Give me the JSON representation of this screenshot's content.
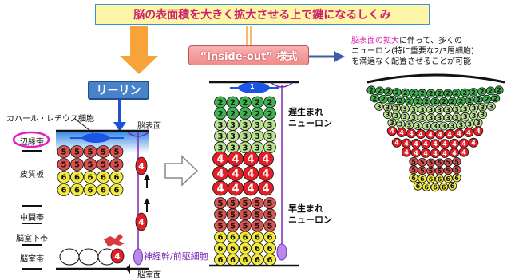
{
  "title": "脳の表面積を大きく拡大させる上で鍵になるしくみ",
  "reelin_label": "リーリン",
  "inside_out_label": "“Inside-out” 様式",
  "left_labels": {
    "cajal": "カハール・レチウス細胞",
    "brain_surface": "脳表面",
    "marginal_zone": "辺縁帯",
    "cortical_plate": "皮質板",
    "intermediate_zone": "中間帯",
    "subventricular_zone": "脳室下帯",
    "ventricular_zone": "脳室帯",
    "ventricle_surface": "脳室面",
    "stem_cell": "神経幹/前駆細胞"
  },
  "middle_labels": {
    "late_born_line1": "遅生まれ",
    "late_born_line2": "ニューロン",
    "early_born_line1": "早生まれ",
    "early_born_line2": "ニューロン",
    "top_cell": "1"
  },
  "right_text": {
    "highlight": "脳表面の拡大",
    "line1_rest": "に伴って、多くの",
    "line2": "ニューロン(特に重要な2/3層細胞)",
    "line3": "を満遍なく配置させることが可能"
  },
  "left_rows": [
    [
      "5",
      "5",
      "5",
      "5",
      "5"
    ],
    [
      "5",
      "5",
      "5",
      "5",
      "5"
    ],
    [
      "6",
      "6",
      "6",
      "6",
      "6"
    ],
    [
      "6",
      "6",
      "6",
      "6",
      "6"
    ]
  ],
  "left_bottom_cell": "4",
  "left_migrating": [
    "4",
    "4"
  ],
  "middle_rows": [
    {
      "label": "2",
      "count": 5
    },
    {
      "label": "2",
      "count": 5
    },
    {
      "label": "3",
      "count": 5
    },
    {
      "label": "3",
      "count": 5
    },
    {
      "label": "3",
      "count": 5
    },
    {
      "label": "4",
      "count": 4
    },
    {
      "label": "4",
      "count": 4
    },
    {
      "label": "4",
      "count": 4
    },
    {
      "label": "5",
      "count": 5
    },
    {
      "label": "5",
      "count": 5
    },
    {
      "label": "5",
      "count": 5
    },
    {
      "label": "6",
      "count": 5
    },
    {
      "label": "6",
      "count": 5
    },
    {
      "label": "6",
      "count": 5
    }
  ],
  "fan_rows": [
    {
      "label": "2",
      "count": 16
    },
    {
      "label": "2",
      "count": 15
    },
    {
      "label": "3",
      "count": 14
    },
    {
      "label": "3",
      "count": 12
    },
    {
      "label": "3",
      "count": 11
    },
    {
      "label": "4",
      "count": 10
    },
    {
      "label": "4",
      "count": 9
    },
    {
      "label": "4",
      "count": 7
    },
    {
      "label": "5",
      "count": 6
    },
    {
      "label": "5",
      "count": 6
    },
    {
      "label": "6",
      "count": 6
    },
    {
      "label": "6",
      "count": 5
    }
  ],
  "colors": {
    "layer2": "#3fb34f",
    "layer3": "#b9e28c",
    "layer4": "#e21f26",
    "layer5": "#d9534f",
    "layer6": "#f2ea3c",
    "reelin_blue": "#2f6fd0",
    "stem_purple": "#7a2bb5"
  }
}
